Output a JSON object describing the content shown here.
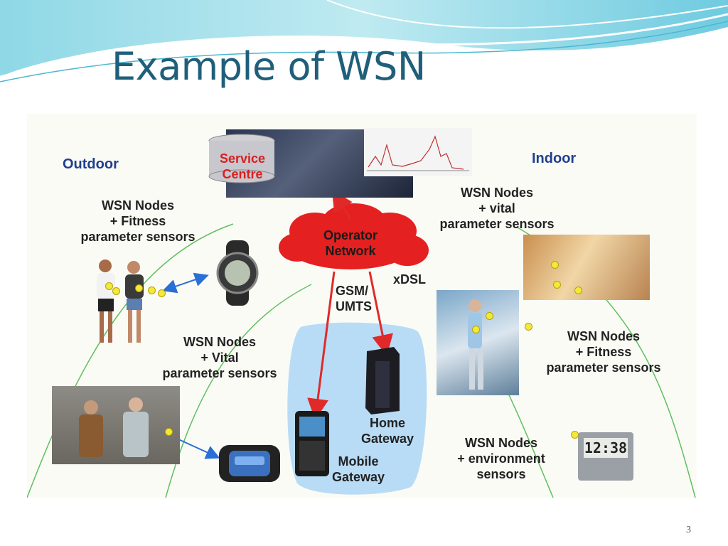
{
  "slide": {
    "title": "Example of WSN",
    "page_number": "3"
  },
  "diagram": {
    "outdoor_label": "Outdoor",
    "indoor_label": "Indoor",
    "service_centre": {
      "line1": "Service",
      "line2": "Centre"
    },
    "operator_network": {
      "line1": "Operator",
      "line2": "Network"
    },
    "links": {
      "gsm_line1": "GSM/",
      "gsm_line2": "UMTS",
      "xdsl": "xDSL"
    },
    "home_gateway": {
      "line1": "Home",
      "line2": "Gateway"
    },
    "mobile_gateway": {
      "line1": "Mobile",
      "line2": "Gateway"
    },
    "node_groups": [
      {
        "line1": "WSN Nodes",
        "line2": "+ Fitness",
        "line3": "parameter sensors"
      },
      {
        "line1": "WSN Nodes",
        "line2": "+ Vital",
        "line3": "parameter sensors"
      },
      {
        "line1": "WSN Nodes",
        "line2": "+ vital",
        "line3": "parameter sensors"
      },
      {
        "line1": "WSN Nodes",
        "line2": "+ Fitness",
        "line3": "parameter sensors"
      },
      {
        "line1": "WSN Nodes",
        "line2": "+ environment",
        "line3": "sensors"
      }
    ],
    "clock_display": "12:38",
    "colors": {
      "cloud": "#e52020",
      "arrow": "#e02a2a",
      "blue_arrow": "#2a6fd6",
      "gateway_zone": "#b9dcf6",
      "curve": "#5fbf5f"
    }
  }
}
